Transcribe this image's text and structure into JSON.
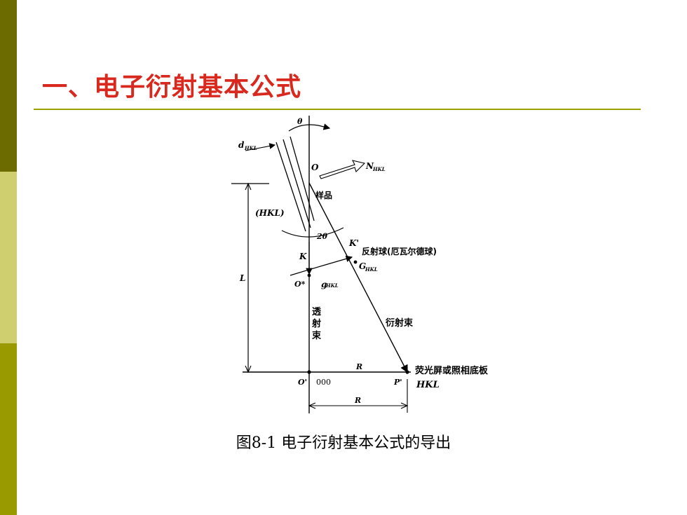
{
  "slide": {
    "title": "一、电子衍射基本公式",
    "caption": "图8-1  电子衍射基本公式的导出"
  },
  "colors": {
    "title": "#d9281e",
    "rule": "#99a000",
    "bar_dark": "#6b6b00",
    "bar_light": "#cfcf70",
    "bar_mid": "#999900"
  },
  "diagram": {
    "theta": "θ",
    "d": "d",
    "d_sub": "HKL",
    "o": "O",
    "n": "N",
    "n_sub": "HKL",
    "sample": "样品",
    "plane": "(HKL)",
    "two_theta": "2θ",
    "k_prime": "K'",
    "sphere": "反射球(厄瓦尔德球)",
    "k": "K",
    "g": "G",
    "g_sub": "HKL",
    "o_star": "O*",
    "gvec": "g",
    "gvec_sub": "HKL",
    "l": "L",
    "transmitted": [
      "透",
      "射",
      "束"
    ],
    "diffracted": "衍射束",
    "r": "R",
    "screen": "荧光屏或照相底板",
    "o_prime": "O'",
    "zero": "000",
    "p_prime": "P'",
    "hkl": "HKL",
    "r_bottom": "R"
  }
}
